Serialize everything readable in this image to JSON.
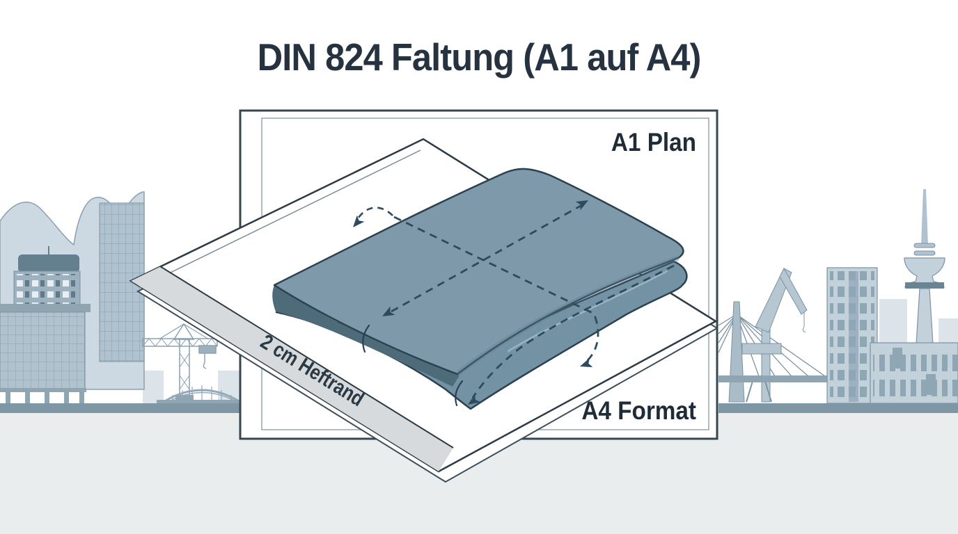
{
  "title": "DIN 824 Faltung (A1 auf A4)",
  "diagram": {
    "a1_label": "A1 Plan",
    "a4_label": "A4 Format",
    "heftrand_label": "2 cm Heftrand"
  },
  "colors": {
    "background": "#ffffff",
    "ground": "#e9edee",
    "title_text": "#26323f",
    "label_text": "#1f2c38",
    "frame_border": "#37474f",
    "frame_inner_line": "#97a5ae",
    "sheet_fill": "#ffffff",
    "sheet_outline": "#2b3a44",
    "heftrand_strip": "#d6dadd",
    "heftrand_text": "#2c3942",
    "plan_top": "#7e99a9",
    "plan_under": "#7392a3",
    "fold_shadow": "#4e6b7a",
    "plan_outline": "#2b4150",
    "fold_arrow": "#2e4a5e",
    "skyline_light": "#dce4ea",
    "skyline_mid": "#c3d1db",
    "skyline_dark": "#7f97a5",
    "skyline_line": "#7b93a2"
  }
}
